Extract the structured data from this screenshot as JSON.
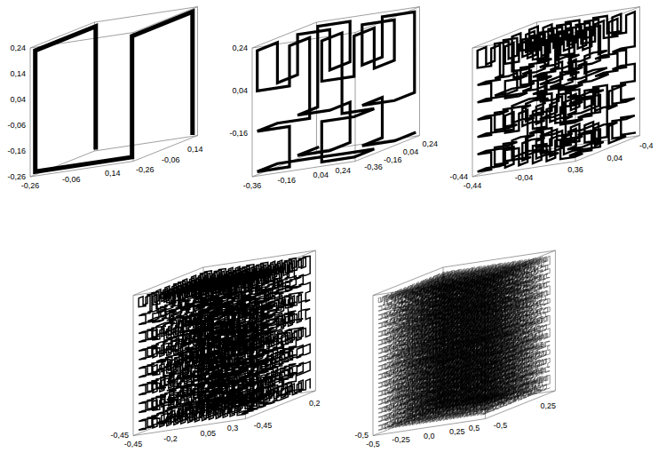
{
  "diagram": {
    "labels": [
      "0,24",
      "0,14",
      "0,04",
      "-0,06",
      "-0,16",
      "-0,26",
      "0,14",
      "-0,06",
      "-0,26",
      "-0,26",
      "-0,06",
      "0,14",
      "0,24",
      "0,04",
      "-0,16",
      "0,24",
      "0,04",
      "-0,16",
      "-0,36",
      "-0,36",
      "-0,16",
      "0,04",
      "0,24",
      "-0,4",
      "0,36",
      "0,04",
      "-0,44",
      "-0,44",
      "-0,04",
      "0,2",
      "-0,45",
      "0,3",
      "0,05",
      "-0,2",
      "-0,45",
      "-0,45",
      "0,25",
      "-0,5",
      "0,5",
      "0,25",
      "0,0",
      "-0,25",
      "-0,5",
      "-0,5"
    ]
  }
}
